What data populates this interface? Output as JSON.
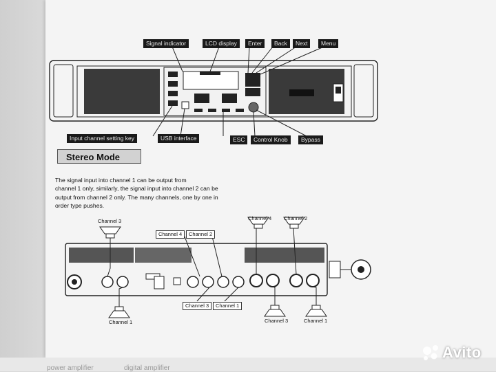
{
  "top_labels": {
    "signal_indicator": "Signal indicator",
    "lcd_display": "LCD display",
    "enter": "Enter",
    "back": "Back",
    "next": "Next",
    "menu": "Menu"
  },
  "bottom_labels": {
    "input_channel_key": "Input channel setting key",
    "usb": "USB interface",
    "esc": "ESC",
    "control_knob": "Control Knob",
    "bypass": "Bypass"
  },
  "section_title": "Stereo Mode",
  "paragraph": [
    "The signal input into channel 1 can be output from",
    "channel 1 only, similarly, the signal input into channel 2 can be",
    "output from channel 2 only. The many channels, one by one in",
    "order type pushes."
  ],
  "channels": {
    "ch3_top": "Channel 3",
    "ch4_top": "Channel 4",
    "ch2_top": "Channel 2",
    "ch4_box": "Channel 4",
    "ch2_box": "Channel 2",
    "ch3_box": "Channel 3",
    "ch1_box": "Channel 1",
    "ch1_bottom": "Channel 1",
    "ch3_bottom": "Channel 3",
    "ch1_bottom_right": "Channel 1"
  },
  "footer": {
    "left": "power amplifier",
    "right": "digital amplifier"
  },
  "watermark": "Avito"
}
